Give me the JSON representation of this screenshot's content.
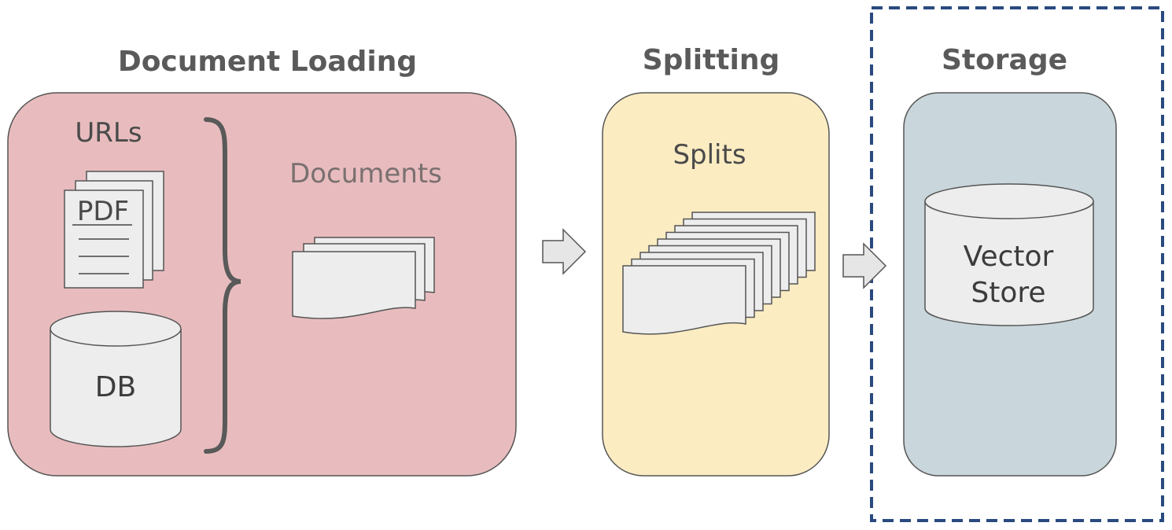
{
  "headings": {
    "document_loading": "Document Loading",
    "splitting": "Splitting",
    "storage": "Storage"
  },
  "labels": {
    "urls": "URLs",
    "pdf": "PDF",
    "db": "DB",
    "documents": "Documents",
    "splits": "Splits",
    "vector": "Vector",
    "store": "Store"
  },
  "colors": {
    "document_loading_fill": "#e8bcbe",
    "splitting_fill": "#fbecc2",
    "storage_fill": "#c9d6db",
    "highlight_dash": "#2a4a7f",
    "arrow_fill": "#e6e6e6",
    "paper_fill": "#ededed"
  }
}
